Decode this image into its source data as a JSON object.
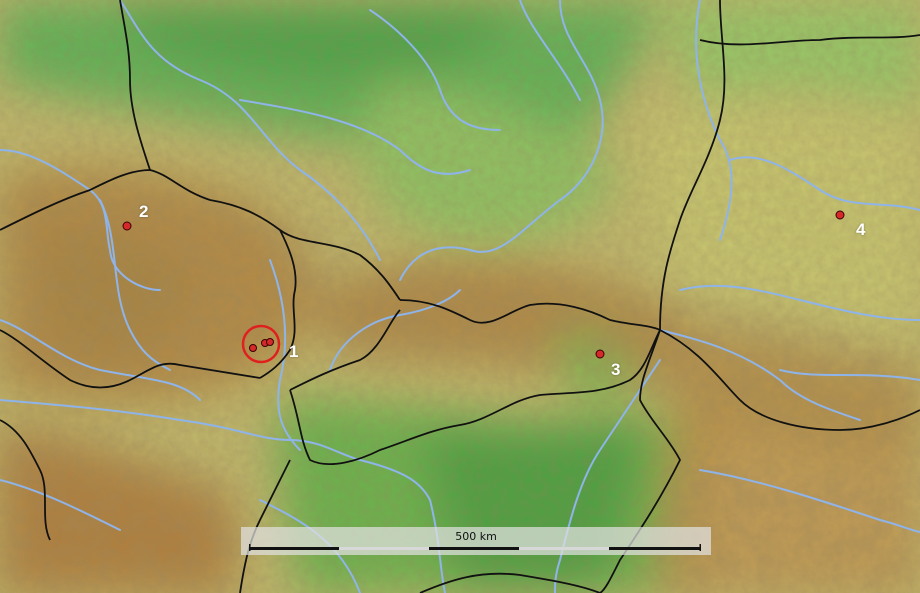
{
  "map": {
    "type": "relief map",
    "colors": {
      "lowland": "#5fae52",
      "plain": "#a8c466",
      "upland": "#c9b26a",
      "highland": "#a8823e",
      "river": "#8fb4ea",
      "border": "#111111",
      "site_marker": "#d62a2a",
      "highlight_circle": "#e0201e",
      "label": "#ffffff"
    },
    "sites": [
      {
        "label": "1"
      },
      {
        "label": "2"
      },
      {
        "label": "3"
      },
      {
        "label": "4"
      }
    ],
    "scale_bar": {
      "text": "500 km"
    }
  }
}
